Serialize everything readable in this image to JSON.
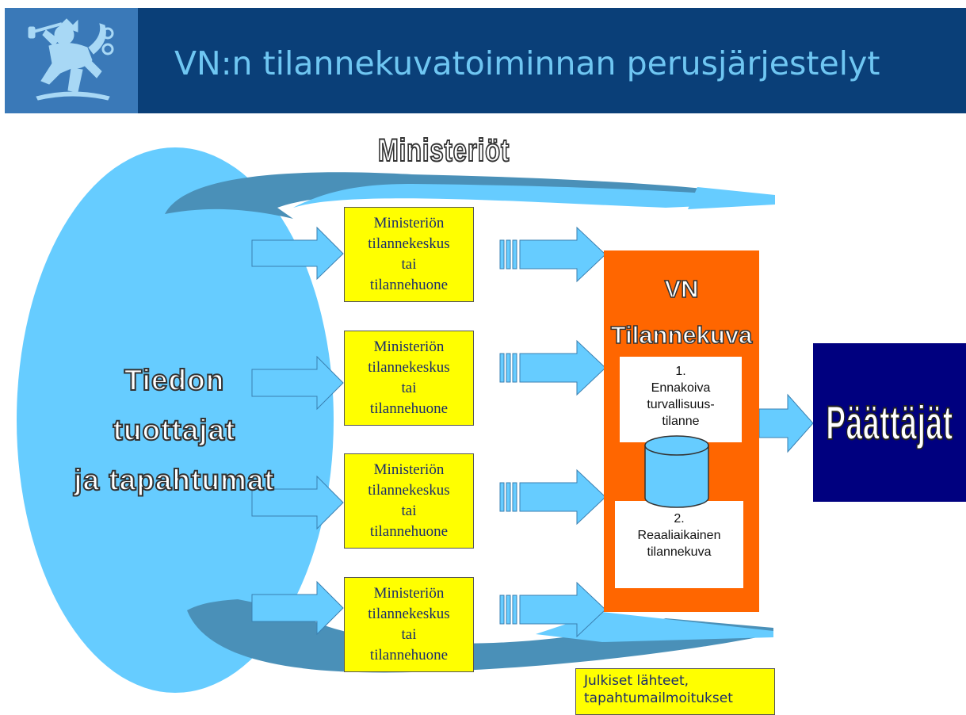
{
  "header": {
    "title": "VN:n tilannekuvatoiminnan perusjärjestelyt",
    "logo_icon": "finnish-lion-coat-of-arms-icon"
  },
  "labels": {
    "ministries": "Ministeriöt",
    "producers": [
      "Tiedon",
      "tuottajat",
      "ja tapahtumat"
    ],
    "vn_title": [
      "VN",
      "Tilannekuva"
    ],
    "decision_makers": "Päättäjät"
  },
  "ministry_boxes": [
    [
      "Ministeriön",
      "tilannekeskus",
      "tai",
      "tilannehuone"
    ],
    [
      "Ministeriön",
      "tilannekeskus",
      "tai",
      "tilannehuone"
    ],
    [
      "Ministeriön",
      "tilannekeskus",
      "tai",
      "tilannehuone"
    ],
    [
      "Ministeriön",
      "tilannekeskus",
      "tai",
      "tilannehuone"
    ]
  ],
  "situation_boxes": [
    [
      "1.",
      "Ennakoiva",
      "turvallisuus-",
      "tilanne"
    ],
    [
      "2.",
      "Reaaliaikainen",
      "tilannekuva"
    ]
  ],
  "public_sources": [
    "Julkiset lähteet,",
    "tapahtumailmoitukset"
  ],
  "colors": {
    "header_bg": "#0a3f78",
    "title_text": "#6fc6f2",
    "light_blue": "#66ccff",
    "dark_teal": "#4a90b8",
    "yellow": "#ffff00",
    "orange": "#ff6600",
    "navy": "#00007f"
  }
}
